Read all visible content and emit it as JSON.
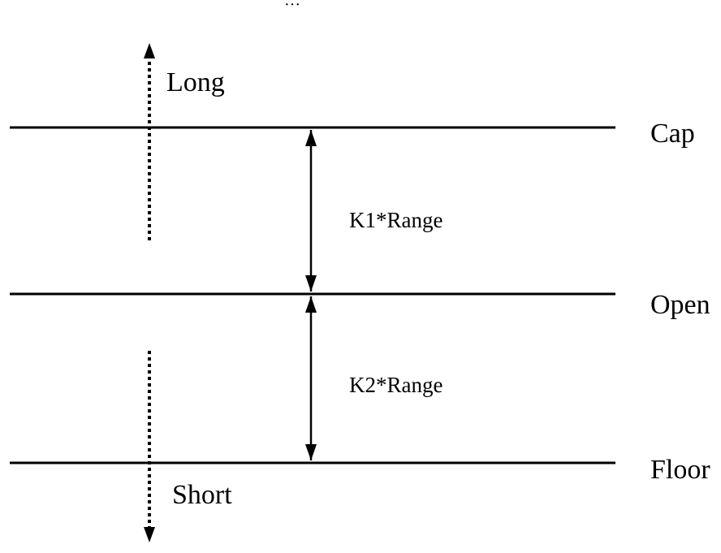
{
  "diagram": {
    "top_fragment": "···",
    "levels": {
      "cap": "Cap",
      "open": "Open",
      "floor": "Floor"
    },
    "ranges": {
      "upper": "K1*Range",
      "lower": "K2*Range"
    },
    "signals": {
      "long": "Long",
      "short": "Short"
    },
    "colors": {
      "line": "#000000",
      "background": "#ffffff"
    }
  }
}
